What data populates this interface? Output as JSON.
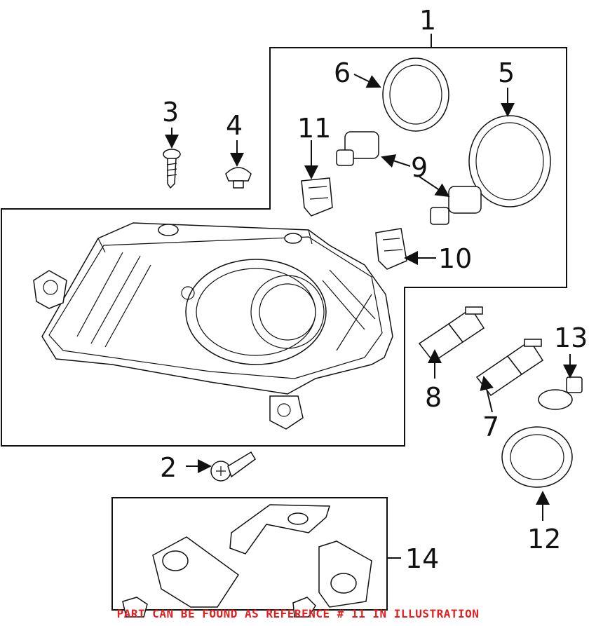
{
  "diagram": {
    "callouts": {
      "c1": "1",
      "c2": "2",
      "c3": "3",
      "c4": "4",
      "c5": "5",
      "c6": "6",
      "c7": "7",
      "c8": "8",
      "c9": "9",
      "c10": "10",
      "c11": "11",
      "c12": "12",
      "c13": "13",
      "c14": "14"
    },
    "footer_note": "PART CAN BE FOUND AS REFERENCE # 11 IN ILLUSTRATION",
    "colors": {
      "footer_note": "#e02020",
      "lines": "#111111"
    }
  }
}
